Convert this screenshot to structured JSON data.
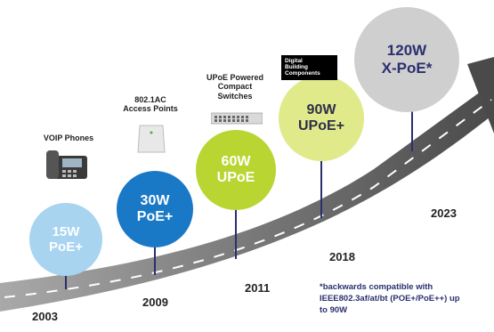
{
  "milestones": [
    {
      "power": "15W",
      "standard": "PoE+",
      "year": "2003",
      "color": "#a8d4f0"
    },
    {
      "power": "30W",
      "standard": "PoE+",
      "year": "2009",
      "color": "#1a79c6"
    },
    {
      "power": "60W",
      "standard": "UPoE",
      "year": "2011",
      "color": "#b9d532"
    },
    {
      "power": "90W",
      "standard": "UPoE+",
      "year": "2018",
      "color": "#e0ea8a"
    },
    {
      "power": "120W",
      "standard": "X-PoE*",
      "year": "2023",
      "color": "#cfcfcf"
    }
  ],
  "devices": {
    "voip": {
      "label": "VOIP Phones",
      "icon": "voip-phone-icon"
    },
    "access_points": {
      "label_line1": "802.1AC",
      "label_line2": "Access Points",
      "icon": "access-point-icon"
    },
    "switches": {
      "label_line1": "UPoE Powered",
      "label_line2": "Compact",
      "label_line3": "Switches",
      "icon": "network-switch-icon"
    },
    "digital_building": {
      "line1": "Digital",
      "line2": "Building",
      "line3": "Components",
      "icon": "digital-building-logo"
    }
  },
  "footnote": {
    "line1": "*backwards compatible with",
    "line2": "IEEE802.3af/at/bt (POE+/PoE++) up",
    "line3": "to 90W"
  }
}
